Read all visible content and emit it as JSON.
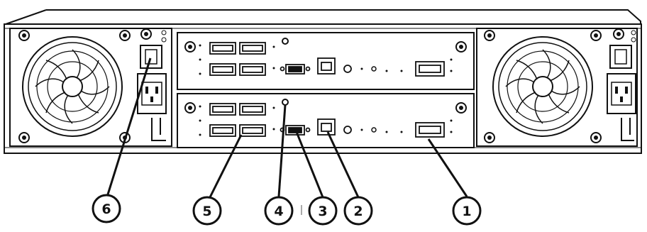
{
  "diagram": {
    "colors": {
      "line": "#111111",
      "panel": "#ffffff",
      "background": "#ffffff"
    },
    "components": {
      "left_power_supply": {
        "icons": [
          "fan-icon",
          "power-switch-icon",
          "power-inlet-icon"
        ]
      },
      "right_power_supply": {
        "icons": [
          "fan-icon",
          "power-switch-icon",
          "power-inlet-icon"
        ]
      },
      "top_controller": {
        "icons": [
          "sas-port-icon",
          "serial-port-icon",
          "ethernet-port-icon",
          "expansion-port-icon"
        ]
      },
      "bottom_controller": {
        "icons": [
          "sas-port-icon",
          "serial-port-icon",
          "ethernet-port-icon",
          "expansion-port-icon",
          "reset-button-icon"
        ]
      }
    },
    "callouts": [
      {
        "id": "callout-1",
        "label": "1"
      },
      {
        "id": "callout-2",
        "label": "2"
      },
      {
        "id": "callout-3",
        "label": "3"
      },
      {
        "id": "callout-4",
        "label": "4"
      },
      {
        "id": "callout-5",
        "label": "5"
      },
      {
        "id": "callout-6",
        "label": "6"
      }
    ]
  }
}
